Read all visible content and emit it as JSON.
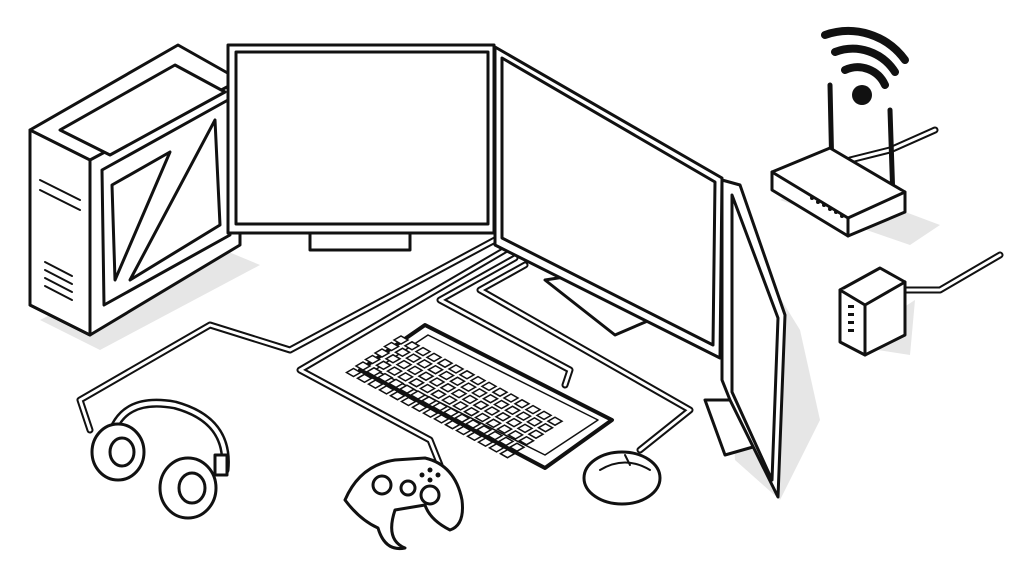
{
  "colors": {
    "line": "#111111",
    "fill": "#ffffff",
    "shadow": "#e6e6e6"
  },
  "illustration": {
    "items": [
      "pc-tower",
      "monitor-left",
      "monitor-center",
      "monitor-right",
      "wifi-router",
      "power-adapter",
      "keyboard",
      "mouse",
      "gamepad",
      "headphones",
      "cables"
    ]
  },
  "icons": [
    "wifi-icon"
  ]
}
